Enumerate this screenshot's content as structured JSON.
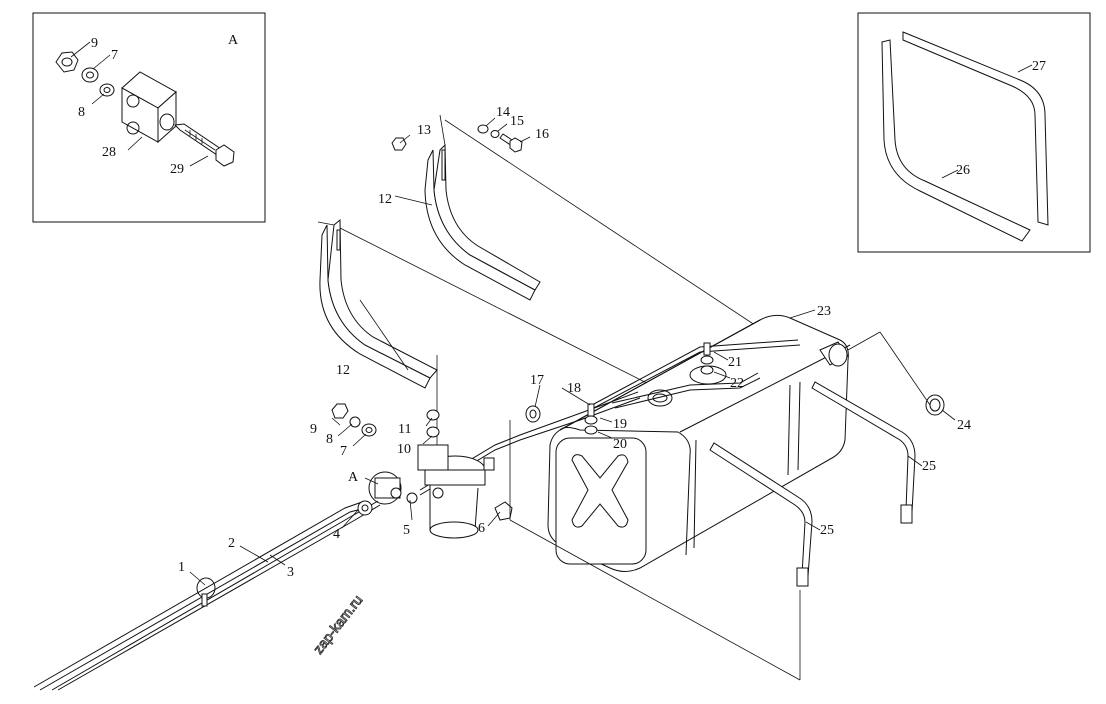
{
  "diagram": {
    "inset_left_label": "A",
    "view_marker_label": "A",
    "watermark": "zap-kam.ru",
    "callouts": {
      "c1": "1",
      "c2": "2",
      "c3": "3",
      "c4": "4",
      "c5": "5",
      "c6": "6",
      "c7a": "7",
      "c7b": "7",
      "c8a": "8",
      "c8b": "8",
      "c9a": "9",
      "c9b": "9",
      "c10": "10",
      "c11": "11",
      "c12a": "12",
      "c12b": "12",
      "c13": "13",
      "c14": "14",
      "c15": "15",
      "c16": "16",
      "c17": "17",
      "c18": "18",
      "c19": "19",
      "c20": "20",
      "c21": "21",
      "c22": "22",
      "c23": "23",
      "c24": "24",
      "c25a": "25",
      "c25b": "25",
      "c26": "26",
      "c27": "27",
      "c28": "28",
      "c29": "29"
    }
  }
}
